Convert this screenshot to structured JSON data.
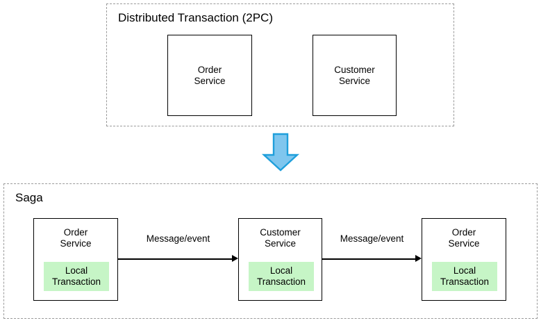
{
  "diagram": {
    "title_visible": false,
    "colors": {
      "box_border": "#000000",
      "group_border": "#9a9a9a",
      "local_transaction_fill": "#c6f5c6",
      "block_arrow_fill": "#7fc6ee",
      "block_arrow_stroke": "#1f9fdb",
      "text": "#000000",
      "background": "#ffffff"
    },
    "top_group": {
      "label": "Distributed Transaction (2PC)",
      "boxes": [
        {
          "name": "Order\nService"
        },
        {
          "name": "Customer\nService"
        }
      ]
    },
    "transition_arrow": {
      "icon": "down-block-arrow",
      "direction": "down"
    },
    "bottom_group": {
      "label": "Saga",
      "boxes": [
        {
          "name": "Order\nService",
          "inner_label": "Local\nTransaction"
        },
        {
          "name": "Customer\nService",
          "inner_label": "Local\nTransaction"
        },
        {
          "name": "Order\nService",
          "inner_label": "Local\nTransaction"
        }
      ],
      "connectors": [
        {
          "label": "Message/event"
        },
        {
          "label": "Message/event"
        }
      ]
    }
  }
}
